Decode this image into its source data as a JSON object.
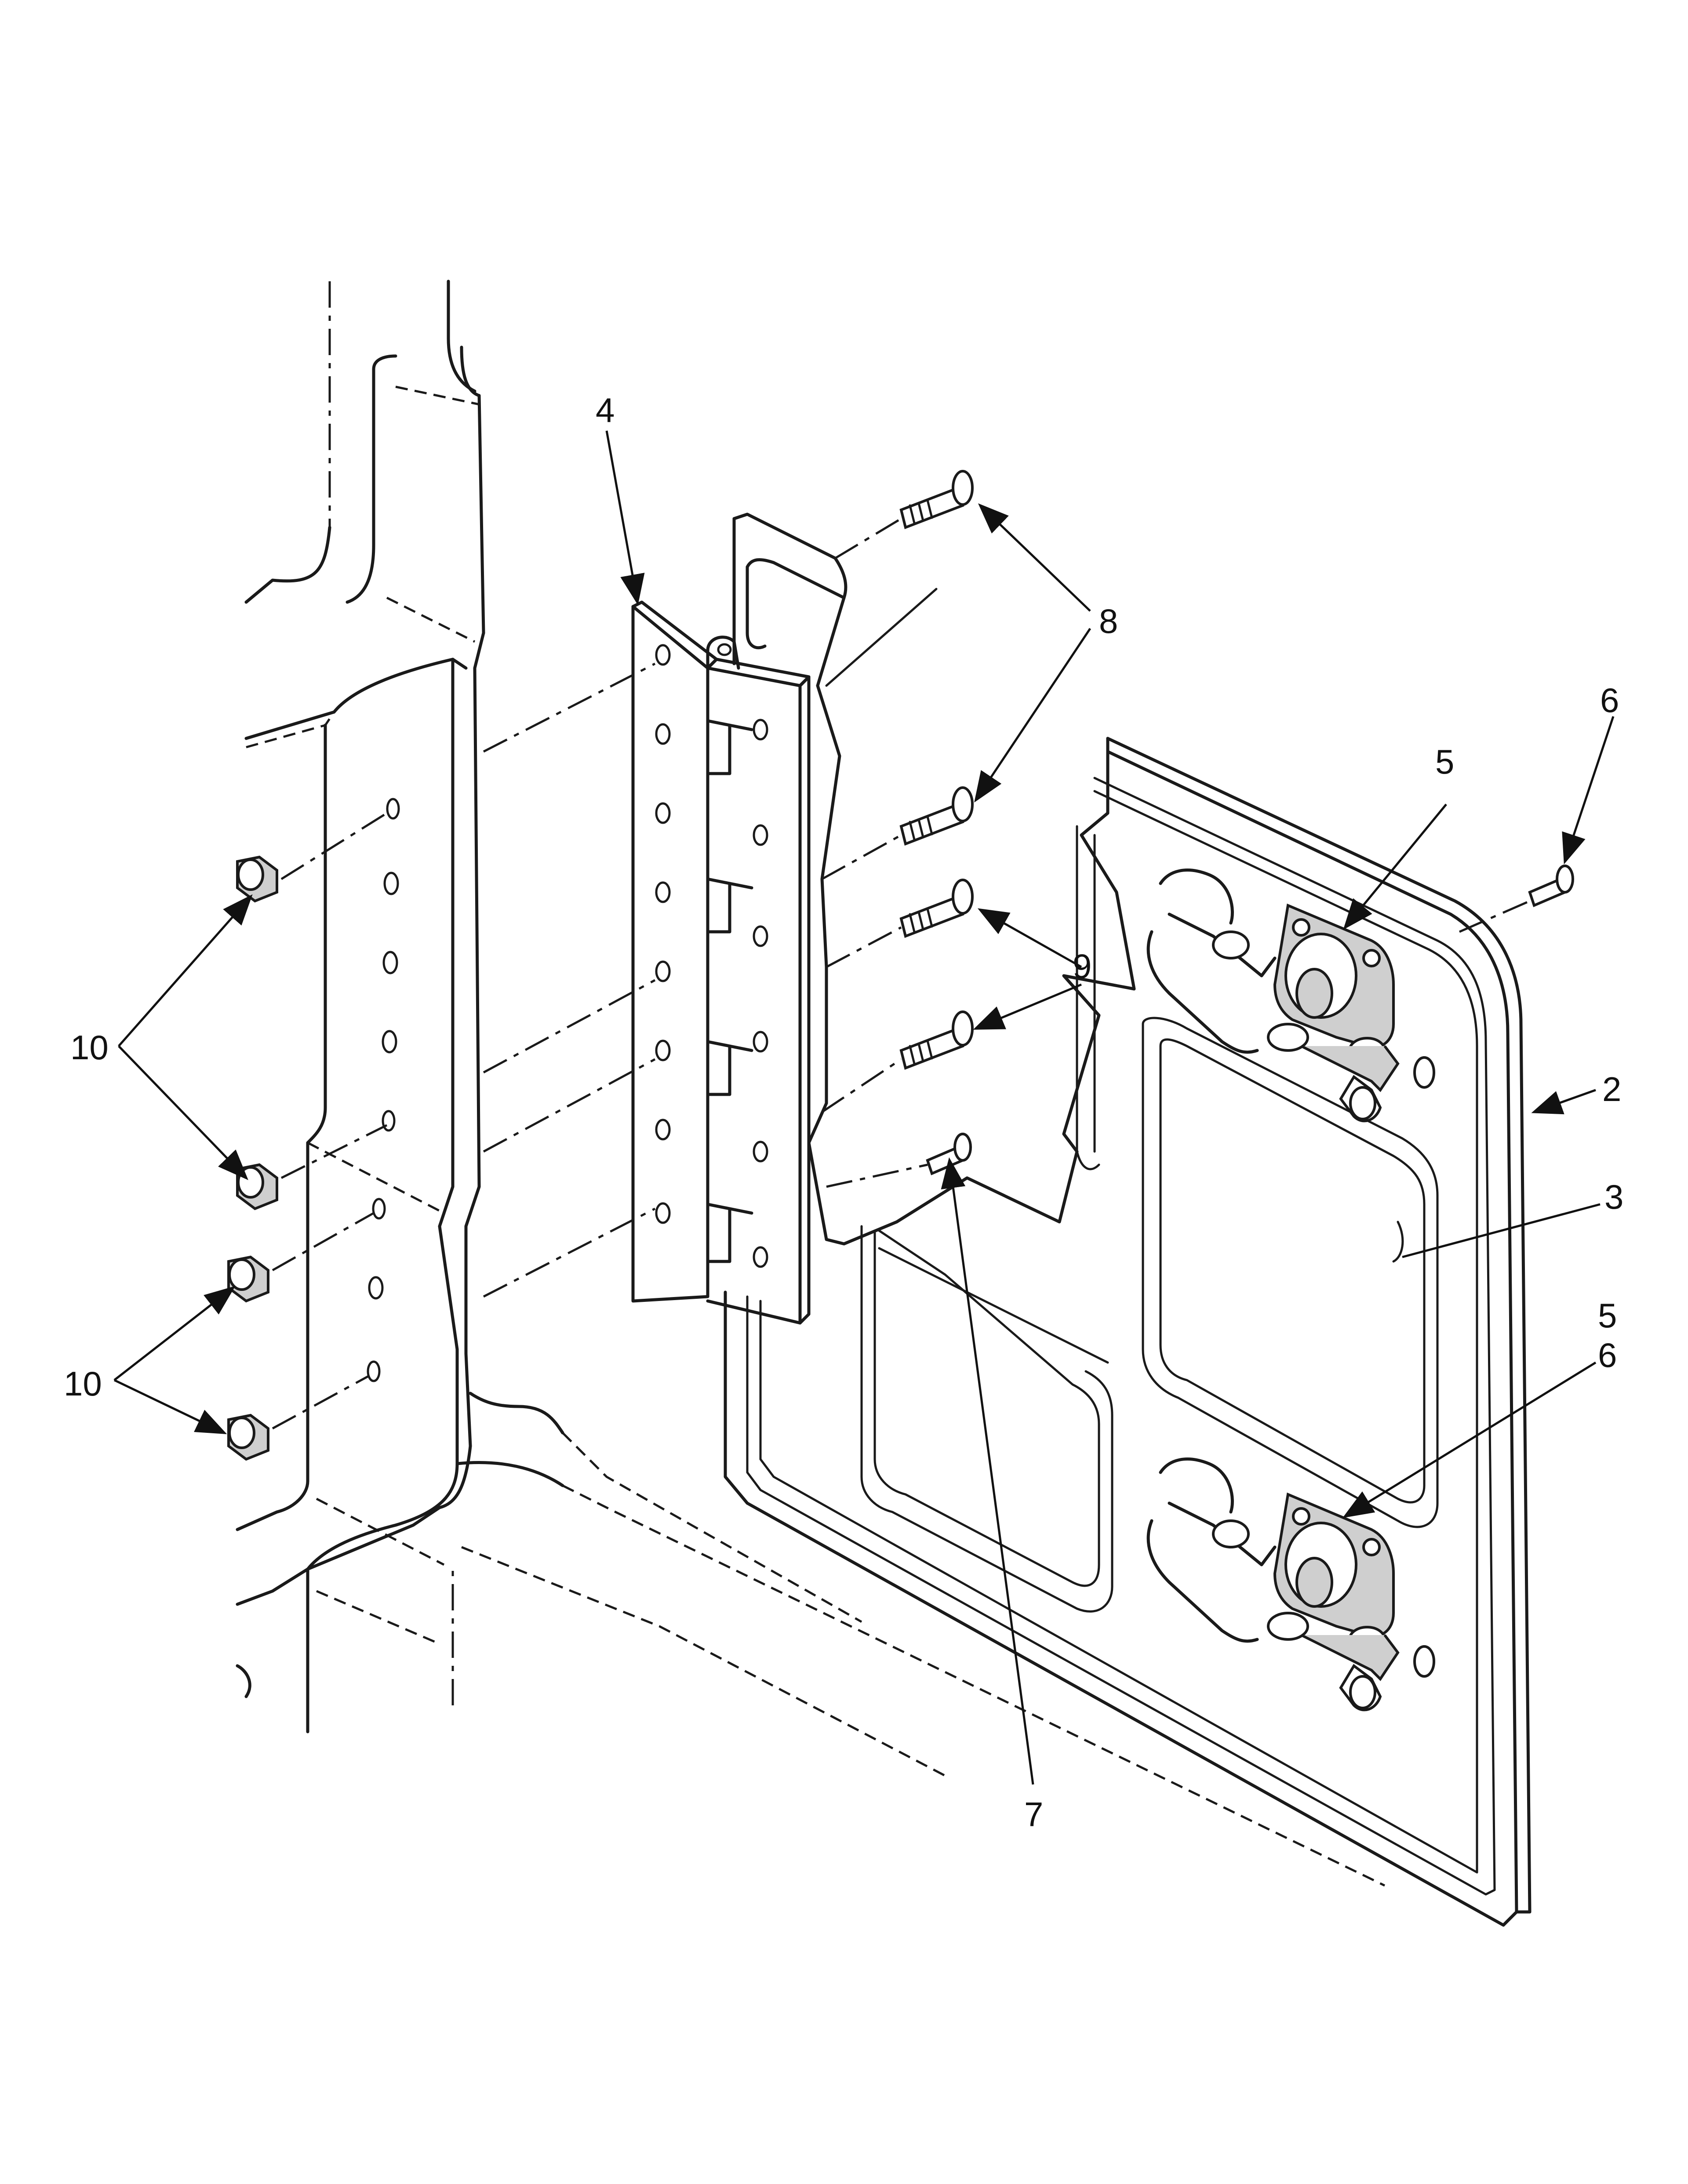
{
  "figure": {
    "callouts": [
      {
        "id": "c4",
        "label": "4"
      },
      {
        "id": "c8",
        "label": "8"
      },
      {
        "id": "c6a",
        "label": "6"
      },
      {
        "id": "c5a",
        "label": "5"
      },
      {
        "id": "c9",
        "label": "9"
      },
      {
        "id": "c10a",
        "label": "10"
      },
      {
        "id": "c2",
        "label": "2"
      },
      {
        "id": "c3",
        "label": "3"
      },
      {
        "id": "c5b",
        "label": "5"
      },
      {
        "id": "c6b",
        "label": "6"
      },
      {
        "id": "c10b",
        "label": "10"
      },
      {
        "id": "c7",
        "label": "7"
      }
    ]
  }
}
